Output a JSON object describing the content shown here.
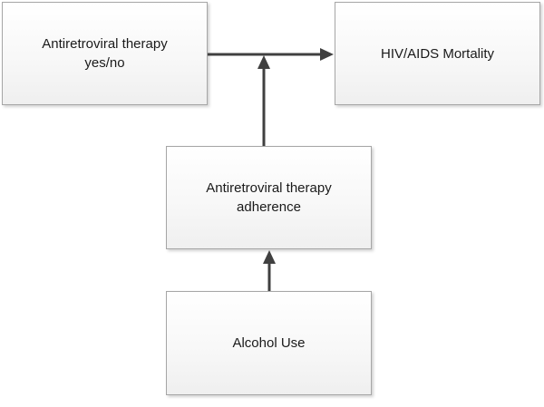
{
  "diagram": {
    "nodes": {
      "art": {
        "label": "Antiretroviral therapy\nyes/no"
      },
      "mortality": {
        "label": "HIV/AIDS Mortality"
      },
      "adherence": {
        "label": "Antiretroviral therapy\nadherence"
      },
      "alcohol": {
        "label": "Alcohol Use"
      }
    },
    "edges": [
      {
        "from": "art",
        "to": "mortality"
      },
      {
        "from": "adherence",
        "to": "art-mortality-edge"
      },
      {
        "from": "alcohol",
        "to": "adherence"
      }
    ],
    "colors": {
      "line": "#404040",
      "box_border": "#a6a6a6"
    }
  }
}
